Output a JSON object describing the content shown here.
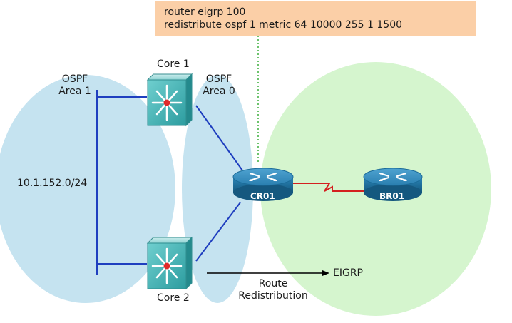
{
  "config_box": {
    "line1": "router eigrp 100",
    "line2": "redistribute ospf 1 metric 64 10000 255 1 1500"
  },
  "areas": {
    "area1_label_l1": "OSPF",
    "area1_label_l2": "Area 1",
    "area0_label_l1": "OSPF",
    "area0_label_l2": "Area 0",
    "eigrp_label": "EIGRP"
  },
  "network_label": "10.1.152.0/24",
  "devices": {
    "core1": "Core 1",
    "core2": "Core 2",
    "cr01": "CR01",
    "br01": "BR01"
  },
  "redistribution": {
    "line1": "Route",
    "line2": "Redistribution"
  },
  "colors": {
    "ospf_area": "#c5e3f0",
    "eigrp_area": "#d5f5ce",
    "config_box": "#fbcfa7",
    "link_blue": "#1f3fbf",
    "link_red": "#d42020",
    "switch_face": "#45b7b8",
    "router_body": "#1f6f9e"
  }
}
